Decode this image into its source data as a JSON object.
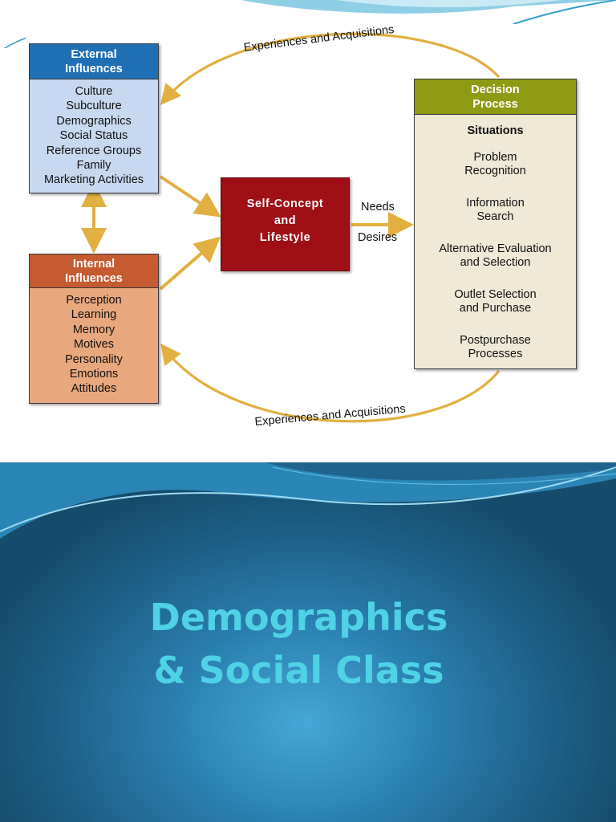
{
  "diagram": {
    "external": {
      "title": [
        "External",
        "Influences"
      ],
      "items": [
        "Culture",
        "Subculture",
        "Demographics",
        "Social Status",
        "Reference Groups",
        "Family",
        "Marketing Activities"
      ]
    },
    "internal": {
      "title": [
        "Internal",
        "Influences"
      ],
      "items": [
        "Perception",
        "Learning",
        "Memory",
        "Motives",
        "Personality",
        "Emotions",
        "Attitudes"
      ]
    },
    "self_concept": {
      "lines": [
        "Self-Concept",
        "and",
        "Lifestyle"
      ]
    },
    "needs_label": "Needs",
    "desires_label": "Desires",
    "experiences_top": "Experiences and Acquisitions",
    "experiences_bottom": "Experiences and Acquisitions",
    "decision": {
      "title": [
        "Decision",
        "Process"
      ],
      "situations": "Situations",
      "steps": [
        [
          "Problem",
          "Recognition"
        ],
        [
          "Information",
          "Search"
        ],
        [
          "Alternative Evaluation",
          "and Selection"
        ],
        [
          "Outlet Selection",
          "and Purchase"
        ],
        [
          "Postpurchase",
          "Processes"
        ]
      ]
    },
    "colors": {
      "arrow": "#e2b040",
      "external_header": "#1f6fb5",
      "external_body": "#c6d9f0",
      "internal_header": "#c65a30",
      "internal_body": "#e8a77d",
      "self_concept": "#a00f16",
      "decision_header": "#8e9a14",
      "decision_body": "#efe9d6"
    }
  },
  "title_slide": {
    "lines": [
      "Demographics",
      "& Social Class"
    ],
    "color": "#4fd1e6"
  }
}
